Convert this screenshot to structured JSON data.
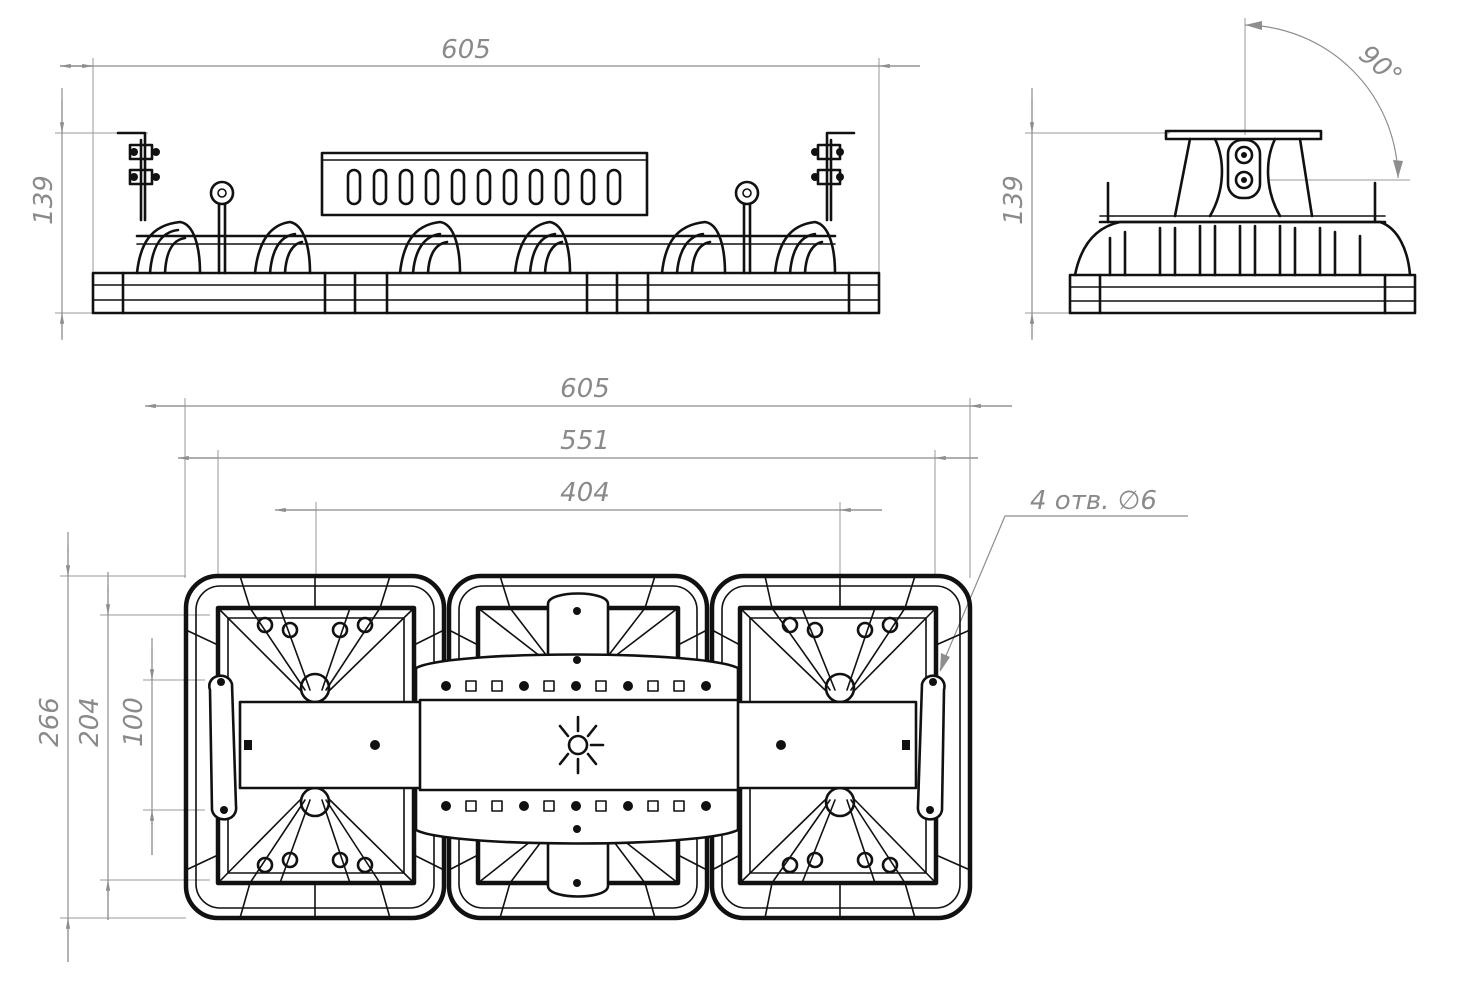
{
  "dimensions": {
    "front_width": "605",
    "front_height": "139",
    "side_height": "139",
    "side_angle": "90°",
    "plan_overall_width": "605",
    "plan_frame_width": "551",
    "plan_hole_spacing": "404",
    "plan_overall_depth": "266",
    "plan_frame_depth": "204",
    "plan_bracket_depth": "100"
  },
  "notes": {
    "holes": "4 отв. ∅6"
  }
}
